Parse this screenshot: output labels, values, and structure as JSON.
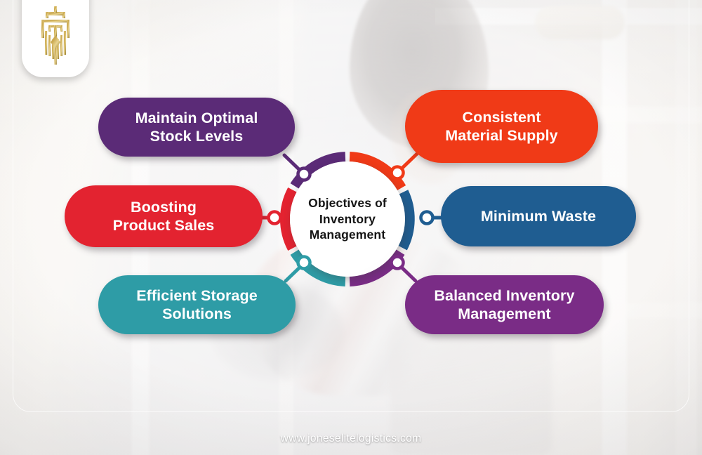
{
  "meta": {
    "title": "Objectives of Inventory Management",
    "background_description": "faded warehouse photo with worker"
  },
  "logo": {
    "name": "jones-elite-logistics-crest",
    "gold_light": "#e3c873",
    "gold_dark": "#9d8029"
  },
  "hub": {
    "title": "Objectives of\nInventory\nManagement",
    "disc_color": "#ffffff",
    "text_color": "#151515"
  },
  "ring": {
    "segments": [
      {
        "name": "segment-maintain-optimal-stock-levels",
        "color": "#5b2b77"
      },
      {
        "name": "segment-consistent-material-supply",
        "color": "#f03a17"
      },
      {
        "name": "segment-minimum-waste",
        "color": "#1f5d91"
      },
      {
        "name": "segment-balanced-inventory-management",
        "color": "#7a2c86"
      },
      {
        "name": "segment-efficient-storage-solutions",
        "color": "#2e9ca6"
      },
      {
        "name": "segment-boosting-product-sales",
        "color": "#e32330"
      }
    ]
  },
  "nodes": [
    {
      "name": "node-maintain-optimal-stock-levels",
      "color": "#5b2b77"
    },
    {
      "name": "node-consistent-material-supply",
      "color": "#f03a17"
    },
    {
      "name": "node-minimum-waste",
      "color": "#1f5d91"
    },
    {
      "name": "node-balanced-inventory-management",
      "color": "#7a2c86"
    },
    {
      "name": "node-efficient-storage-solutions",
      "color": "#2e9ca6"
    },
    {
      "name": "node-boosting-product-sales",
      "color": "#e32330"
    }
  ],
  "items": [
    {
      "id": "maintain-optimal-stock-levels",
      "label": "Maintain Optimal\nStock Levels",
      "color": "#5b2b77",
      "position": "top-left"
    },
    {
      "id": "consistent-material-supply",
      "label": "Consistent\nMaterial Supply",
      "color": "#f03a17",
      "position": "top-right"
    },
    {
      "id": "boosting-product-sales",
      "label": "Boosting\nProduct Sales",
      "color": "#e32330",
      "position": "middle-left"
    },
    {
      "id": "minimum-waste",
      "label": "Minimum Waste",
      "color": "#1f5d91",
      "position": "middle-right"
    },
    {
      "id": "efficient-storage-solutions",
      "label": "Efficient Storage\nSolutions",
      "color": "#2e9ca6",
      "position": "bottom-left"
    },
    {
      "id": "balanced-inventory-management",
      "label": "Balanced Inventory\nManagement",
      "color": "#7a2c86",
      "position": "bottom-right"
    }
  ],
  "footer": {
    "url": "www.joneselitelogistics.com"
  }
}
